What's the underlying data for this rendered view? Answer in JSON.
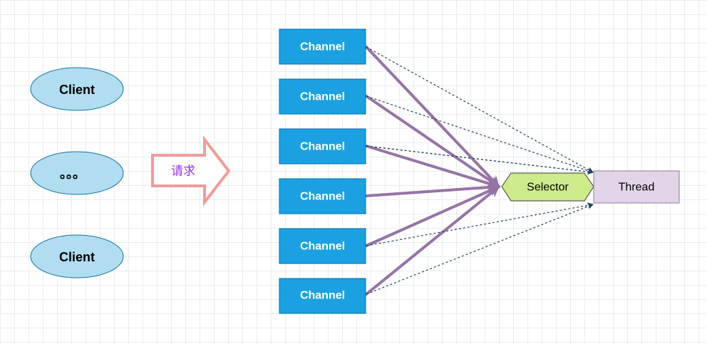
{
  "clients": [
    {
      "label": "Client"
    },
    {
      "label": "。。。"
    },
    {
      "label": "Client"
    }
  ],
  "request_arrow": {
    "label": "请求"
  },
  "channels": [
    {
      "label": "Channel"
    },
    {
      "label": "Channel"
    },
    {
      "label": "Channel"
    },
    {
      "label": "Channel"
    },
    {
      "label": "Channel"
    },
    {
      "label": "Channel"
    }
  ],
  "selector": {
    "label": "Selector"
  },
  "thread": {
    "label": "Thread"
  },
  "colors": {
    "client_fill": "#b1ddf0",
    "client_stroke": "#10739e",
    "channel_fill": "#1ba1e2",
    "channel_stroke": "#006eaf",
    "selector_fill": "#cdeb8b",
    "selector_stroke": "#36393d",
    "thread_fill": "#e1d5e7",
    "thread_stroke": "#9673a6",
    "solid_edge": "#9673a6",
    "dashed_edge": "#23445d",
    "request_arrow_stroke": "#f19c99",
    "request_text": "#9933ff"
  }
}
